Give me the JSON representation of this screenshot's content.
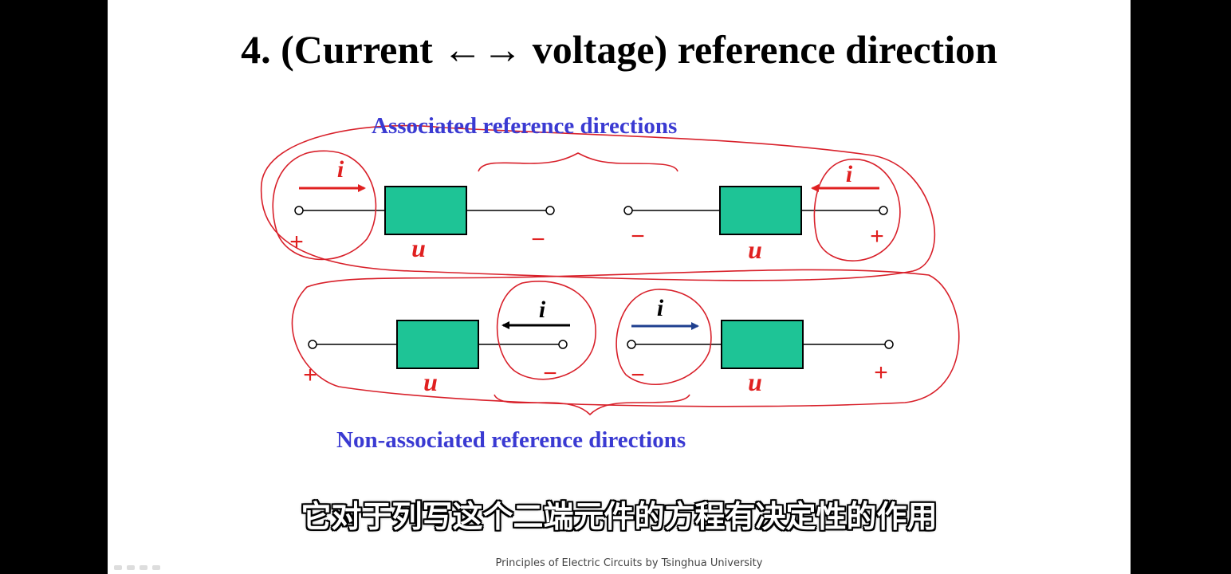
{
  "slide": {
    "title": "4. (Current ←→ voltage) reference direction",
    "associated_label": "Associated reference directions",
    "non_associated_label": "Non-associated reference directions",
    "subtitle": "它对于列写这个二端元件的方程有决定性的作用",
    "footer": "Principles of Electric Circuits by Tsinghua University"
  },
  "circuits": [
    {
      "current_label": "i",
      "voltage_label": "u",
      "left_polarity": "+",
      "right_polarity": "−",
      "arrow": "right",
      "arrow_color": "#e02020"
    },
    {
      "current_label": "i",
      "voltage_label": "u",
      "left_polarity": "−",
      "right_polarity": "+",
      "arrow": "left",
      "arrow_color": "#e02020"
    },
    {
      "current_label": "i",
      "voltage_label": "u",
      "left_polarity": "+",
      "right_polarity": "−",
      "arrow": "left",
      "arrow_color": "#000000"
    },
    {
      "current_label": "i",
      "voltage_label": "u",
      "left_polarity": "−",
      "right_polarity": "+",
      "arrow": "right",
      "arrow_color": "#1f3f8f"
    }
  ],
  "colors": {
    "element_fill": "#1ec496",
    "annotation_red": "#d8202a",
    "label_blue": "#3a3ad2"
  }
}
